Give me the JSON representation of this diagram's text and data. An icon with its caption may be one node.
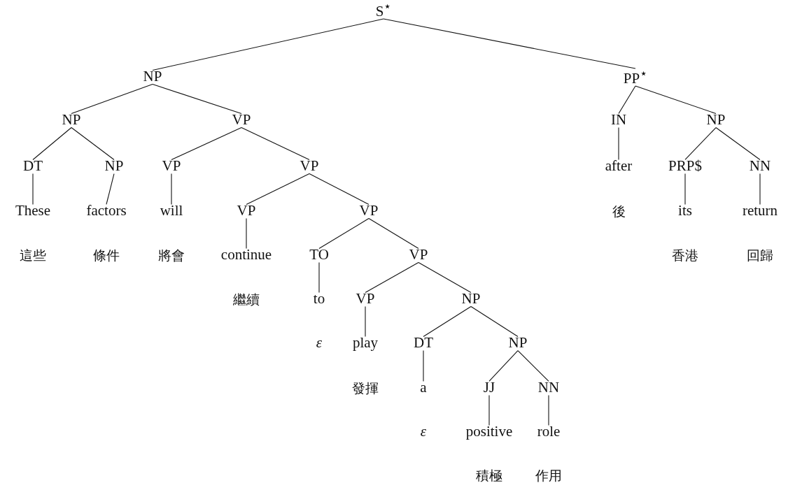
{
  "diagram": {
    "nodes": [
      {
        "text": [
          "S$^{⋆}$"
        ]
      },
      {
        "text": [
          "NP"
        ]
      },
      {
        "text": [
          "PP$^{⋆}$"
        ]
      },
      {
        "text": [
          "NP"
        ]
      },
      {
        "text": [
          "VP"
        ]
      },
      {
        "text": [
          "DT"
        ]
      },
      {
        "text": [
          "NP"
        ]
      },
      {
        "text": [
          "VP"
        ]
      },
      {
        "text": [
          "VP"
        ]
      },
      {
        "text": [
          "These"
        ]
      },
      {
        "text": [
          "factors"
        ]
      },
      {
        "text": [
          "will"
        ]
      },
      {
        "text": [
          "VP"
        ]
      },
      {
        "text": [
          "VP"
        ]
      },
      {
        "text": [
          "continue"
        ]
      },
      {
        "text": [
          "TO"
        ]
      },
      {
        "text": [
          "VP"
        ]
      },
      {
        "text": [
          "to"
        ]
      },
      {
        "text": [
          "VP"
        ]
      },
      {
        "text": [
          "NP"
        ]
      },
      {
        "text": [
          "play"
        ]
      },
      {
        "text": [
          "DT"
        ]
      },
      {
        "text": [
          "NP"
        ]
      },
      {
        "text": [
          "a"
        ]
      },
      {
        "text": [
          "JJ"
        ]
      },
      {
        "text": [
          "NN"
        ]
      },
      {
        "text": [
          "positive"
        ]
      },
      {
        "text": [
          "role"
        ]
      },
      {
        "text": [
          "IN"
        ]
      },
      {
        "text": [
          "NP"
        ]
      },
      {
        "text": [
          "after"
        ]
      },
      {
        "text": [
          "PRP$"
        ]
      },
      {
        "text": [
          "NN"
        ]
      },
      {
        "text": [
          "its"
        ]
      },
      {
        "text": [
          "return"
        ]
      }
    ],
    "edges": [
      {
        "from": 0,
        "to": 1,
        "arrow": "none"
      },
      {
        "from": 0,
        "to": 2,
        "arrow": "none"
      },
      {
        "from": 1,
        "to": 3,
        "arrow": "none"
      },
      {
        "from": 1,
        "to": 4,
        "arrow": "none"
      },
      {
        "from": 3,
        "to": 5,
        "arrow": "none"
      },
      {
        "from": 3,
        "to": 6,
        "arrow": "none"
      },
      {
        "from": 4,
        "to": 7,
        "arrow": "none"
      },
      {
        "from": 4,
        "to": 8,
        "arrow": "none"
      },
      {
        "from": 5,
        "to": 9,
        "arrow": "none"
      },
      {
        "from": 6,
        "to": 10,
        "arrow": "none"
      },
      {
        "from": 7,
        "to": 11,
        "arrow": "none"
      },
      {
        "from": 8,
        "to": 12,
        "arrow": "none"
      },
      {
        "from": 8,
        "to": 13,
        "arrow": "none"
      },
      {
        "from": 12,
        "to": 14,
        "arrow": "none"
      },
      {
        "from": 13,
        "to": 15,
        "arrow": "none"
      },
      {
        "from": 13,
        "to": 16,
        "arrow": "none"
      },
      {
        "from": 15,
        "to": 17,
        "arrow": "none"
      },
      {
        "from": 16,
        "to": 18,
        "arrow": "none"
      },
      {
        "from": 16,
        "to": 19,
        "arrow": "none"
      },
      {
        "from": 18,
        "to": 20,
        "arrow": "none"
      },
      {
        "from": 19,
        "to": 21,
        "arrow": "none"
      },
      {
        "from": 19,
        "to": 22,
        "arrow": "none"
      },
      {
        "from": 21,
        "to": 23,
        "arrow": "none"
      },
      {
        "from": 22,
        "to": 24,
        "arrow": "none"
      },
      {
        "from": 22,
        "to": 25,
        "arrow": "none"
      },
      {
        "from": 24,
        "to": 26,
        "arrow": "none"
      },
      {
        "from": 25,
        "to": 27,
        "arrow": "none"
      },
      {
        "from": 2,
        "to": 28,
        "arrow": "none"
      },
      {
        "from": 2,
        "to": 29,
        "arrow": "none"
      },
      {
        "from": 28,
        "to": 30,
        "arrow": "none"
      },
      {
        "from": 29,
        "to": 31,
        "arrow": "none"
      },
      {
        "from": 29,
        "to": 32,
        "arrow": "none"
      },
      {
        "from": 31,
        "to": 33,
        "arrow": "none"
      },
      {
        "from": 32,
        "to": 34,
        "arrow": "none"
      }
    ],
    "labels": [
      "這些",
      "條件",
      "將會",
      "後",
      "香港",
      "回歸",
      "繼續",
      "ε",
      "發揮",
      "ε",
      "積極",
      "作用"
    ]
  }
}
